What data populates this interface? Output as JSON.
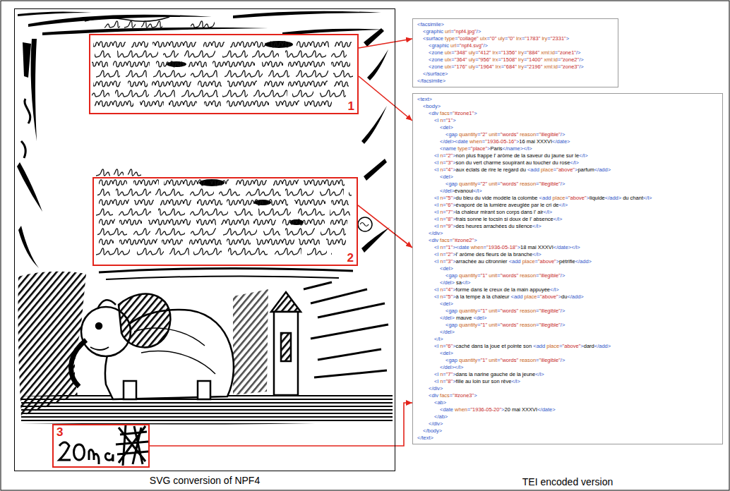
{
  "diagram": {
    "nodes": [
      {
        "text": [
          "SVG conversion of NPF4"
        ]
      },
      {
        "text": [
          "1"
        ],
        "in": 0
      },
      {
        "text": [
          "2"
        ],
        "in": 0
      },
      {
        "text": [
          "3"
        ],
        "in": 0
      },
      {
        "text": [
          "<facsimile>",
          "<graphic url=\"npf4.jpg\"/>",
          "<surface type=\"collage\" ulx=\"0\" uly=\"0\" lrx=\"1783\" lry=\"2331\">",
          "<graphic url=\"npf4.svg\"/>",
          "<zone ulx=\"348\" uly=\"412\" lrx=\"1356\" lry=\"884\" xml:id=\"zone1\"/>",
          "<zone ulx=\"364\" uly=\"956\" lrx=\"1508\" lry=\"1400\" xml:id=\"zone2\"/>",
          "<zone ulx=\"176\" uly=\"1964\" lrx=\"684\" lry=\"2196\" xml:id=\"zone3\"/>",
          "</surface>",
          "</facsimile>"
        ]
      },
      {
        "text": [
          "<text>",
          "<body>",
          "<div facs=\"#zone1\">",
          "<l n=\"1\">",
          "<del>",
          "<gap quantity=\"2\" unit=\"words\" reason=\"illegible\"/>",
          "</del><date when=\"1936-05-16\">16 mai XXXVI</date>",
          "<name type=\"place\">Paris</name></l>",
          "<l n=\"2\">non plus frappe l' arôme de la saveur du jaune sur le</l>",
          "<l n=\"3\">son du vert charme soupirant au toucher du rose</l>",
          "<l n=\"4\">aux éclats de rire le regard du <add place=\"above\">parfum</add>",
          "<del>",
          "<gap quantity=\"2\" unit=\"words\" reason=\"illegible\"/>",
          "</del>évanoui</l>",
          "<l n=\"5\">du bleu du vide modèle la colombe <add place=\"above\">liquide</add> du chant</l>",
          "<l n=\"6\">évaporé de la lumière aveuglée par le cri de</l>",
          "<l n=\"7\">la chaleur mirant son corps dans l' air</l>",
          "<l n=\"8\">frais sonne le tocsin si doux de l' absence</l>",
          "<l n=\"9\">des heures arrachées du silence</l>",
          "</div>",
          "<div facs=\"#zone2\">",
          "<l n=\"1\"><date when=\"1936-05-18\">18 mai XXXVI</date></l>",
          "<l n=\"2\">l' arôme des fleurs de la branche</l>",
          "<l n=\"3\">arrachée au citronnier <add place=\"above\">pétrifie</add>",
          "<del>",
          "<gap quantity=\"1\" unit=\"words\" reason=\"illegible\"/>",
          "</del> sa</l>",
          "<l n=\"4\">forme dans le creux de la main appuyée</l>",
          "<l n=\"5\">à la tempe à la chaleur <add place=\"above\">du</add>",
          "<del>",
          "<gap quantity=\"1\" unit=\"words\" reason=\"illegible\"/>",
          "</del> mauve <del>",
          "<gap quantity=\"1\" unit=\"words\" reason=\"illegible\"/>",
          "</del>",
          "</l>",
          "<l n=\"6\">caché dans la joue et pointe son <add place=\"above\">dard</add>",
          "<del>",
          "<gap quantity=\"1\" unit=\"words\" reason=\"illegible\"/>",
          "</del></l>",
          "<l n=\"7\">dans la narine gauche de la jeune</l>",
          "<l n=\"8\">fille au loin sur son rêve</l>",
          "</div>",
          "<div facs=\"#zone3\">",
          "<ab>",
          "<date when=\"1936-05-20\">20 mai XXXVI</date>",
          "</ab>",
          "</div>",
          "</body>",
          "</text>",
          "TEI encoded version"
        ]
      }
    ],
    "edges": [
      {
        "from": 1,
        "to": 4,
        "arrow": "to"
      },
      {
        "from": 1,
        "to": 5,
        "arrow": "to"
      },
      {
        "from": 2,
        "to": 5,
        "arrow": "to"
      },
      {
        "from": 3,
        "to": 5,
        "arrow": "to"
      }
    ]
  }
}
